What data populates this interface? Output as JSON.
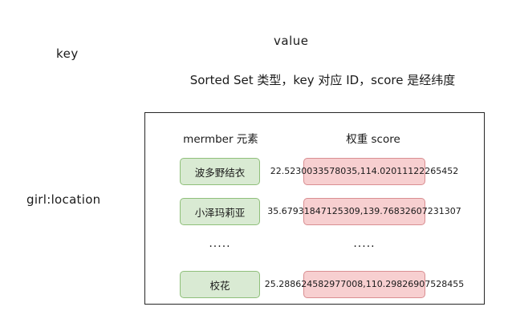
{
  "labels": {
    "key": "key",
    "value": "value",
    "key_name": "girl:location",
    "description": "Sorted Set 类型，key 对应 ID，score 是经纬度"
  },
  "panel": {
    "columns": {
      "member": "mermber 元素",
      "score": "权重 score"
    },
    "rows": [
      {
        "member": "波多野结衣",
        "score": "22.5230033578035,114.02011122265452"
      },
      {
        "member": "小泽玛莉亚",
        "score": "35.67931847125309,139.76832607231307"
      },
      {
        "member": "·····",
        "score": "·····",
        "ellipsis": true
      },
      {
        "member": "校花",
        "score": "25.288624582977008,110.29826907528455"
      }
    ]
  },
  "colors": {
    "member_fill": "#d9ead3",
    "member_border": "#8fbf7a",
    "score_fill": "#f7cfd0",
    "score_border": "#d98e91",
    "panel_border": "#262626",
    "text": "#1a1a1a",
    "background": "#ffffff"
  }
}
